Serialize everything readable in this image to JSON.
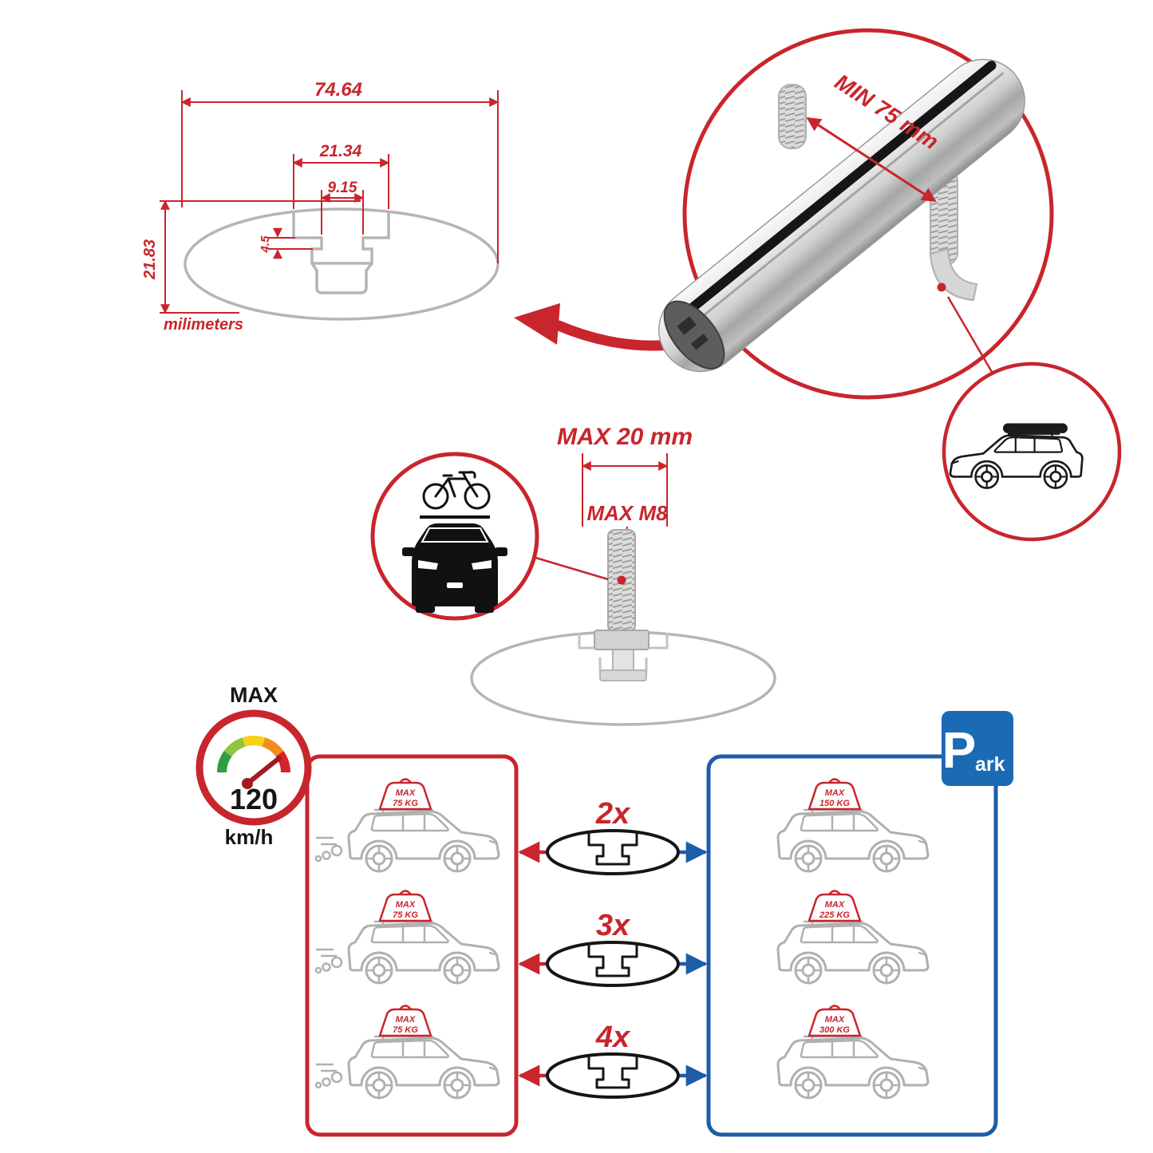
{
  "colors": {
    "red": "#c9252c",
    "blue": "#1d5ca9",
    "sign_blue": "#1a6ab4",
    "gray": "#b5b5b5",
    "black": "#1a1a1a"
  },
  "tech_drawing": {
    "dim_total_width": "74.64",
    "dim_channel_width": "21.34",
    "dim_slot_width": "9.15",
    "dim_lip_depth": "4.5",
    "dim_total_height": "21.83",
    "units_label": "milimeters"
  },
  "bar_callout": {
    "min_spacing_label": "MIN 75 mm"
  },
  "bolt_callout": {
    "max_width_label": "MAX 20 mm",
    "max_thread_label": "MAX M8"
  },
  "speedometer": {
    "title": "MAX",
    "value": "120",
    "units": "km/h"
  },
  "parking_sign": {
    "letter": "P",
    "suffix": "ark"
  },
  "load_diagram": {
    "left_cars": [
      {
        "load_label": "MAX",
        "load_value": "75 KG"
      },
      {
        "load_label": "MAX",
        "load_value": "75 KG"
      },
      {
        "load_label": "MAX",
        "load_value": "75 KG"
      }
    ],
    "bar_counts": [
      {
        "label": "2x"
      },
      {
        "label": "3x"
      },
      {
        "label": "4x"
      }
    ],
    "right_cars": [
      {
        "load_label": "MAX",
        "load_value": "150 KG"
      },
      {
        "load_label": "MAX",
        "load_value": "225 KG"
      },
      {
        "load_label": "MAX",
        "load_value": "300 KG"
      }
    ]
  }
}
